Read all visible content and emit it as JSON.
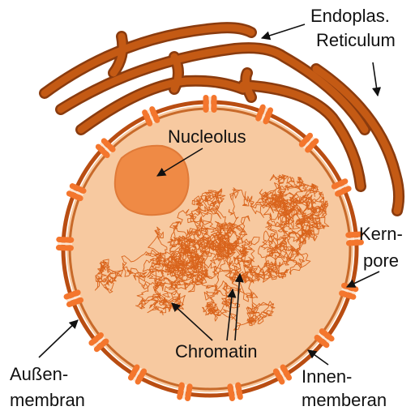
{
  "labels": {
    "endoplasmic_reticulum": [
      "Endoplas.",
      "Reticulum"
    ],
    "nucleolus": "Nucleolus",
    "nuclear_pore": [
      "Kern-",
      "pore"
    ],
    "chromatin": "Chromatin",
    "outer_membrane": [
      "Außen-",
      "membran"
    ],
    "inner_membrane": [
      "Innen-",
      "memberan"
    ]
  },
  "colors": {
    "nucleoplasm": "#f7c9a0",
    "membrane": "#b94d12",
    "reticulum": "#c45a14",
    "nucleolus": "#ef8a45",
    "chromatin": "#d9641c",
    "pore": "#f4762d",
    "pore_channel": "#fde4cf",
    "arrow": "#111111"
  }
}
